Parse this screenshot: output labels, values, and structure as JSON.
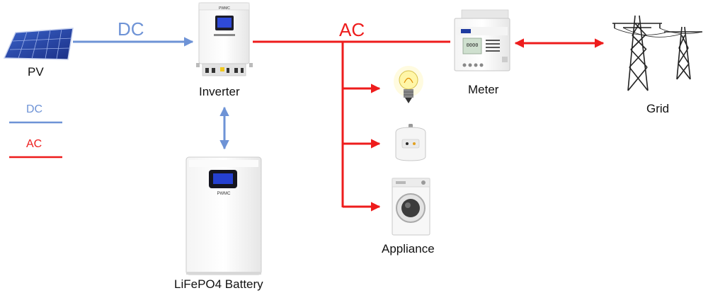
{
  "colors": {
    "dc": "#6e93d6",
    "ac": "#ee1c1c",
    "label": "#111111"
  },
  "flows": {
    "dc": "DC",
    "ac": "AC"
  },
  "labels": {
    "pv": "PV",
    "inverter": "Inverter",
    "battery": "LiFePO4 Battery",
    "meter": "Meter",
    "grid": "Grid",
    "appliance": "Appliance"
  },
  "legend": {
    "dc": "DC",
    "ac": "AC"
  },
  "devices": {
    "inverter_brand": "PWMC",
    "battery_brand": "PWMC",
    "meter_readout": "0000"
  },
  "icons": {
    "pv": "solar-panel-icon",
    "inverter": "inverter-icon",
    "battery": "battery-icon",
    "meter": "energy-meter-icon",
    "grid": "power-tower-icon",
    "bulb": "light-bulb-icon",
    "cooker": "rice-cooker-icon",
    "washer": "washing-machine-icon"
  }
}
